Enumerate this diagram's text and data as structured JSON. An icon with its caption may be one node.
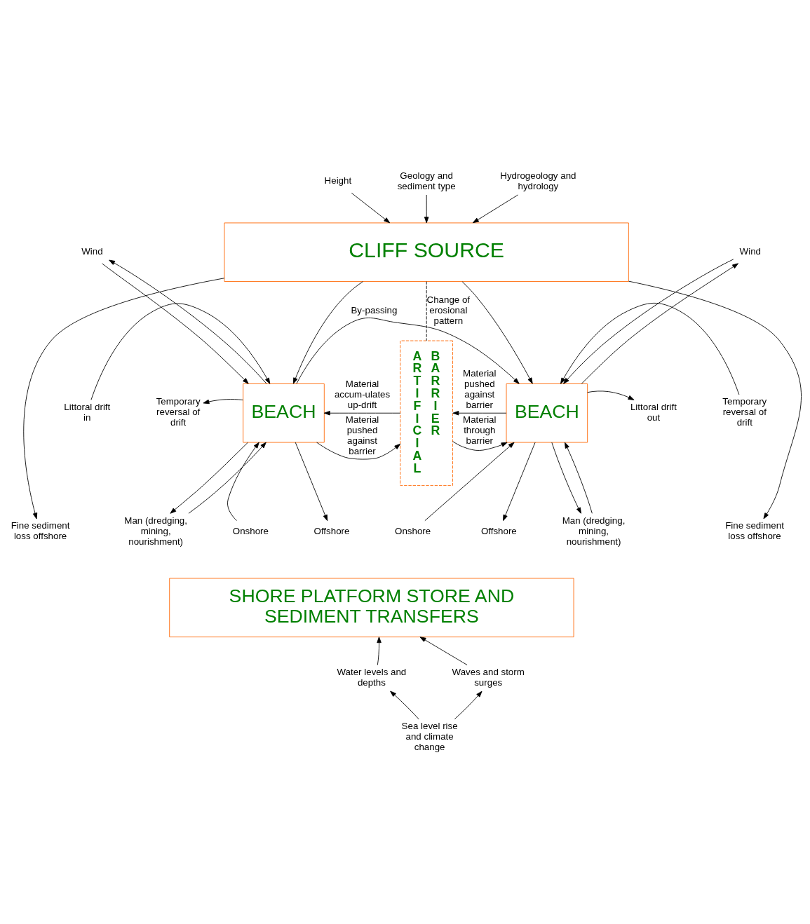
{
  "diagram": {
    "nodes": [
      {
        "text": [
          "Height"
        ]
      },
      {
        "text": [
          "Geology and sediment type"
        ]
      },
      {
        "text": [
          "Hydrogeology and hydrology"
        ]
      },
      {
        "text": [
          "CLIFF SOURCE"
        ]
      },
      {
        "text": [
          "Wind"
        ]
      },
      {
        "text": [
          "Wind"
        ]
      },
      {
        "text": [
          "Littoral drift in"
        ]
      },
      {
        "text": [
          "BEACH"
        ]
      },
      {
        "text": [
          "ARTIFICIAL",
          "BARRIER"
        ]
      },
      {
        "text": [
          "BEACH"
        ]
      },
      {
        "text": [
          "Littoral drift out"
        ]
      },
      {
        "text": [
          "Temporary reversal of drift"
        ]
      },
      {
        "text": [
          "Temporary reversal of drift"
        ]
      },
      {
        "text": [
          "Fine sediment loss offshore"
        ]
      },
      {
        "text": [
          "Man (dredging, mining, nourishment)"
        ]
      },
      {
        "text": [
          "Fine sediment loss offshore"
        ]
      },
      {
        "text": [
          "Man (dredging, mining, nourishment)"
        ]
      },
      {
        "text": [
          "Onshore"
        ]
      },
      {
        "text": [
          "Offshore"
        ]
      },
      {
        "text": [
          "Onshore"
        ]
      },
      {
        "text": [
          "Offshore"
        ]
      },
      {
        "text": [
          "SHORE PLATFORM STORE AND SEDIMENT TRANSFERS"
        ]
      },
      {
        "text": [
          "Water levels and depths"
        ]
      },
      {
        "text": [
          "Waves and storm surges"
        ]
      },
      {
        "text": [
          "Sea level rise and climate change"
        ]
      }
    ],
    "edges": [
      {
        "from": 0,
        "to": 3,
        "arrow": "to"
      },
      {
        "from": 1,
        "to": 3,
        "arrow": "to"
      },
      {
        "from": 2,
        "to": 3,
        "arrow": "to"
      },
      {
        "from": 3,
        "to": 7,
        "arrow": "to"
      },
      {
        "from": 3,
        "to": 9,
        "arrow": "to"
      },
      {
        "from": 3,
        "to": 8,
        "arrow": "none",
        "style": "dashed",
        "label": "Change of erosional pattern"
      },
      {
        "from": 7,
        "to": 4,
        "arrow": "to"
      },
      {
        "from": 4,
        "to": 7,
        "arrow": "to"
      },
      {
        "from": 5,
        "to": 9,
        "arrow": "to"
      },
      {
        "from": 9,
        "to": 5,
        "arrow": "to"
      },
      {
        "from": 6,
        "to": 7,
        "arrow": "to"
      },
      {
        "from": 7,
        "to": 11,
        "arrow": "to"
      },
      {
        "from": 3,
        "to": 13,
        "arrow": "to"
      },
      {
        "from": 7,
        "to": 8,
        "arrow": "to",
        "label": "Material pushed against barrier"
      },
      {
        "from": 8,
        "to": 7,
        "arrow": "to",
        "label": "Material accum-ulates up-drift"
      },
      {
        "from": 8,
        "to": 9,
        "arrow": "to",
        "label": "Material through barrier"
      },
      {
        "from": 9,
        "to": 8,
        "arrow": "to",
        "label": "Material pushed against barrier"
      },
      {
        "from": 9,
        "to": 10,
        "arrow": "to"
      },
      {
        "from": 12,
        "to": 9,
        "arrow": "to"
      },
      {
        "from": 3,
        "to": 15,
        "arrow": "to"
      },
      {
        "from": 7,
        "to": 14,
        "arrow": "to"
      },
      {
        "from": 14,
        "to": 7,
        "arrow": "to"
      },
      {
        "from": 17,
        "to": 7,
        "arrow": "to"
      },
      {
        "from": 7,
        "to": 18,
        "arrow": "to"
      },
      {
        "from": 7,
        "to": 9,
        "arrow": "to",
        "label": "By-passing"
      },
      {
        "from": 19,
        "to": 9,
        "arrow": "to"
      },
      {
        "from": 9,
        "to": 20,
        "arrow": "to"
      },
      {
        "from": 16,
        "to": 9,
        "arrow": "to"
      },
      {
        "from": 9,
        "to": 16,
        "arrow": "to"
      },
      {
        "from": 22,
        "to": 21,
        "arrow": "to"
      },
      {
        "from": 23,
        "to": 21,
        "arrow": "to"
      },
      {
        "from": 24,
        "to": 22,
        "arrow": "to"
      },
      {
        "from": 24,
        "to": 23,
        "arrow": "to"
      }
    ]
  }
}
